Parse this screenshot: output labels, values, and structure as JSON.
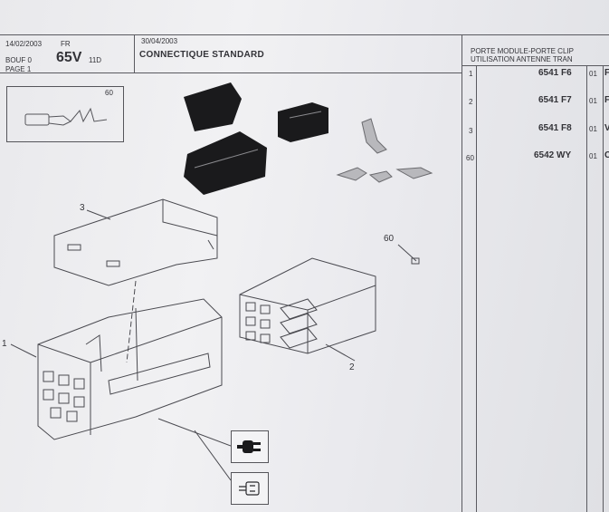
{
  "header": {
    "date_left": "14/02/2003",
    "lang": "FR",
    "bouf_label": "BOUF 0",
    "model": "65V",
    "model_suffix": "11D",
    "page": "PAGE 1",
    "date_right": "30/04/2003",
    "title": "CONNECTIQUE STANDARD"
  },
  "table": {
    "header_line1": "PORTE MODULE-PORTE CLIP",
    "header_line2": "UTILISATION  ANTENNE TRAN",
    "rows": [
      {
        "num": "1",
        "ref": "6541  F6",
        "code": "01",
        "tail": "F"
      },
      {
        "num": "2",
        "ref": "6541  F7",
        "code": "01",
        "tail": "F"
      },
      {
        "num": "3",
        "ref": "6541  F8",
        "code": "01",
        "tail": "V"
      },
      {
        "num": "60",
        "ref": "6542  WY",
        "code": "01",
        "tail": "C"
      }
    ]
  },
  "drawing": {
    "thumb_label": "60",
    "callouts": [
      "3",
      "60",
      "1",
      "2"
    ]
  }
}
